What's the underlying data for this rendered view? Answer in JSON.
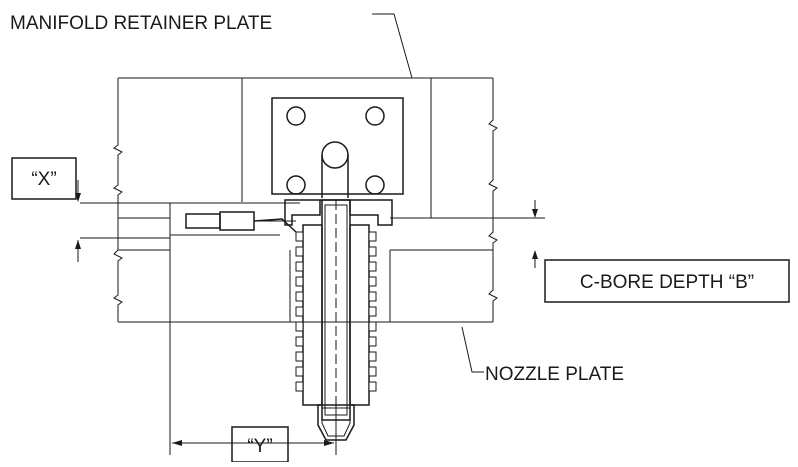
{
  "diagram": {
    "labels": {
      "manifold_retainer_plate": "MANIFOLD RETAINER PLATE",
      "nozzle_plate": "NOZZLE PLATE",
      "cbore_depth": "C-BORE DEPTH “B”",
      "dim_x": "“X”",
      "dim_y": "“Y”"
    }
  }
}
